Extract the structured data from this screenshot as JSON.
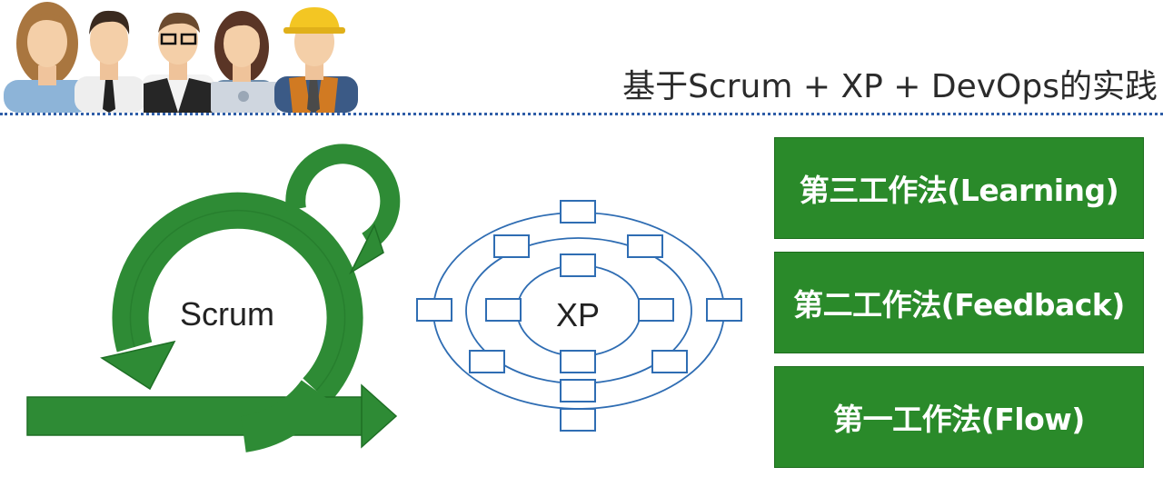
{
  "header": {
    "title": "基于Scrum + XP + DevOps的实践"
  },
  "diagram": {
    "scrum_label": "Scrum",
    "xp_label": "XP"
  },
  "three_ways": [
    {
      "label": "第三工作法(Learning)"
    },
    {
      "label": "第二工作法(Feedback)"
    },
    {
      "label": "第一工作法(Flow)"
    }
  ],
  "colors": {
    "green_box": "#2a8a2a",
    "scrum_green": "#2e8b35",
    "xp_blue": "#2f6db3",
    "divider_blue": "#2f5ea8"
  }
}
